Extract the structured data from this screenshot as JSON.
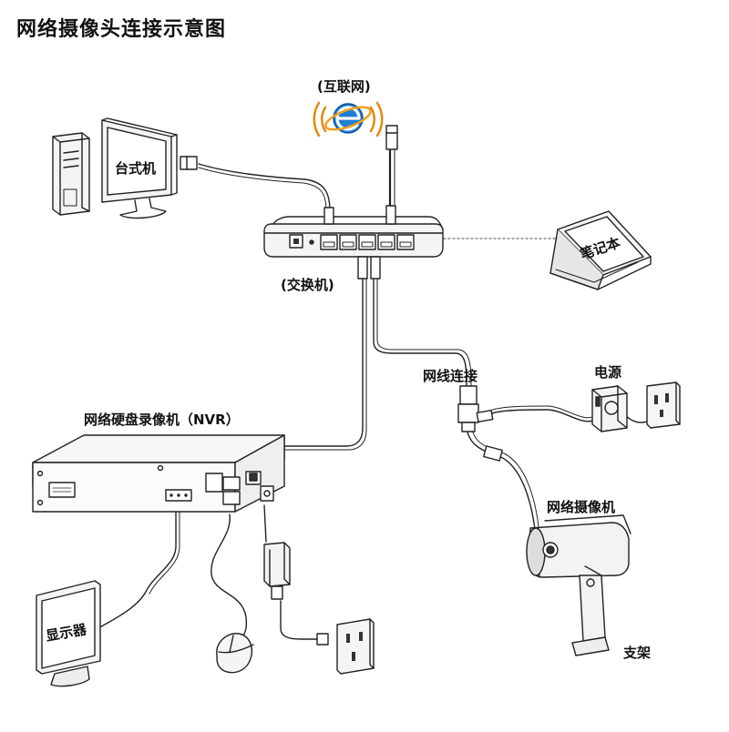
{
  "title": "网络摄像头连接示意图",
  "labels": {
    "internet": "(互联网)",
    "desktop": "台式机",
    "switch": "(交换机)",
    "laptop": "笔记本",
    "network_cable": "网线连接",
    "power": "电源",
    "nvr": "网络硬盘录像机（NVR）",
    "ip_camera": "网络摄像机",
    "monitor": "显示器",
    "bracket": "支架"
  },
  "colors": {
    "line": "#222222",
    "fill": "#f2f2f2",
    "dark_fill": "#555555",
    "ie_blue": "#1f7fd6",
    "ie_ring": "#f0a020",
    "waves": "#e08a10"
  },
  "icons": [
    "internet-explorer-icon",
    "wifi-waves-icon"
  ]
}
